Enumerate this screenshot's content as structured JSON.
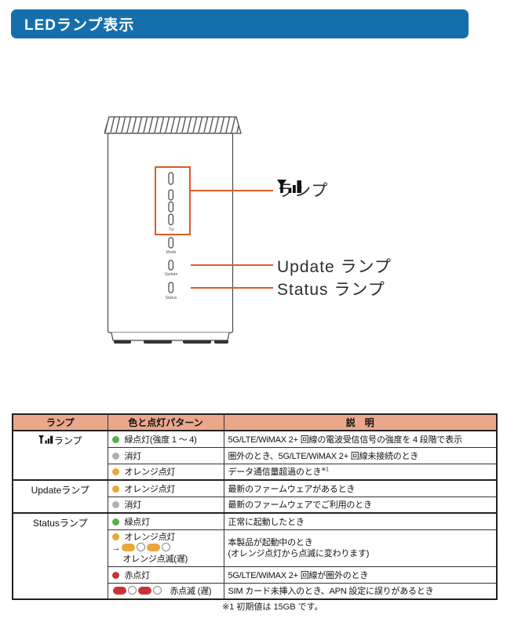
{
  "header": {
    "title": "LEDランプ表示"
  },
  "device": {
    "slot_labels": {
      "signal": "Tul",
      "mode": "Mode",
      "update": "Update",
      "status": "Status"
    },
    "callouts": {
      "signal_label": "ランプ",
      "update_label": "Update ランプ",
      "status_label": "Status ランプ"
    }
  },
  "table": {
    "headers": {
      "lamp": "ランプ",
      "pattern": "色と点灯パターン",
      "description": "説　明"
    },
    "groups": [
      {
        "lamp_label": "ランプ",
        "rows": [
          {
            "pattern": "緑点灯(強度 1 〜 4)",
            "description": "5G/LTE/WiMAX 2+ 回線の電波受信信号の強度を 4 段階で表示"
          },
          {
            "pattern": "消灯",
            "description": "圏外のとき、5G/LTE/WiMAX 2+ 回線未接続のとき"
          },
          {
            "pattern": "オレンジ点灯",
            "description": "データ通信量超過のとき",
            "description_sup": "※1"
          }
        ]
      },
      {
        "lamp_label": "Updateランプ",
        "rows": [
          {
            "pattern": "オレンジ点灯",
            "description": "最新のファームウェアがあるとき"
          },
          {
            "pattern": "消灯",
            "description": "最新のファームウェアでご利用のとき"
          }
        ]
      },
      {
        "lamp_label": "Statusランプ",
        "rows": [
          {
            "pattern": "緑点灯",
            "description": "正常に起動したとき"
          },
          {
            "pattern_line1": "オレンジ点灯",
            "pattern_arrow": "→",
            "pattern_line3": "オレンジ点滅(遅)",
            "description_line1": "本製品が起動中のとき",
            "description_line2": "(オレンジ点灯から点滅に変わります)"
          },
          {
            "pattern": "赤点灯",
            "description": "5G/LTE/WiMAX 2+ 回線が圏外のとき"
          },
          {
            "pattern": "赤点滅 (遅)",
            "description": "SIM カード未挿入のとき、APN 設定に誤りがあるとき"
          }
        ]
      }
    ]
  },
  "footnote": "※1 初期値は 15GB です。",
  "colors": {
    "accent_blue": "#156FAC",
    "table_header_bg": "#EBA78C",
    "callout_orange": "#DB5B28",
    "led_green": "#55B049",
    "led_orange": "#E9A63A",
    "led_gray": "#B0B0B0",
    "led_red": "#C9333A"
  }
}
